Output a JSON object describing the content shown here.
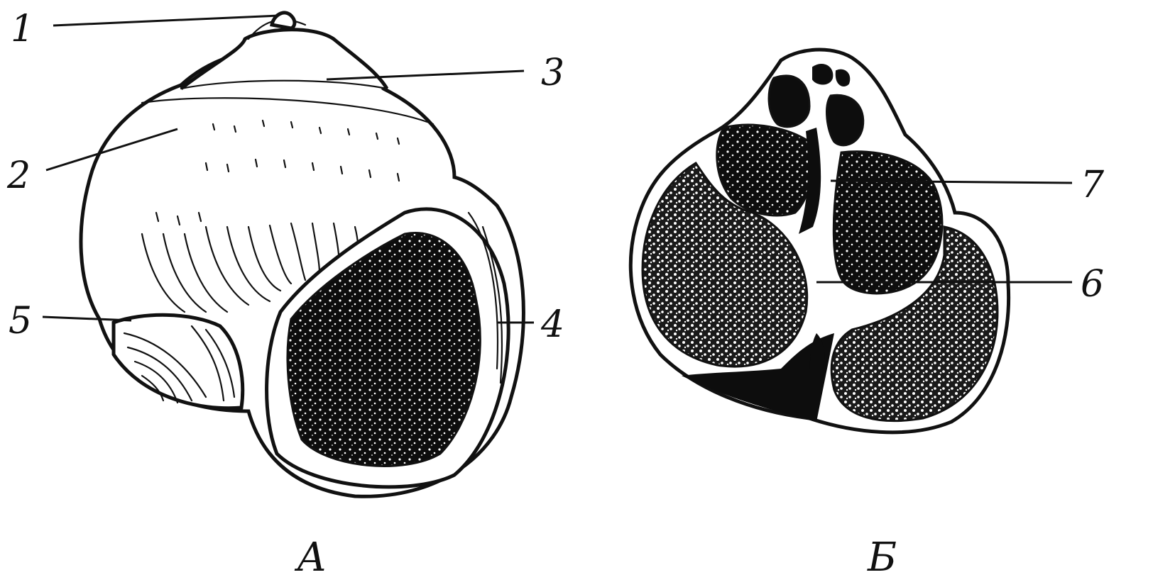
{
  "figure": {
    "panel_a": {
      "caption": "А",
      "labels": {
        "l1": "1",
        "l2": "2",
        "l3": "3",
        "l4": "4",
        "l5": "5"
      }
    },
    "panel_b": {
      "caption": "Б",
      "labels": {
        "l6": "6",
        "l7": "7"
      }
    }
  }
}
